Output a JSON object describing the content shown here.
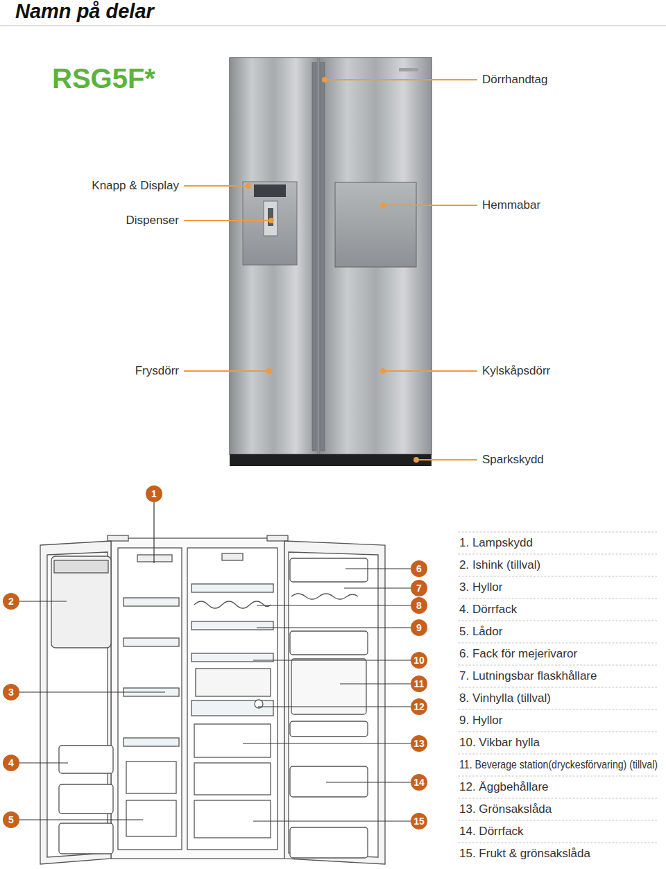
{
  "diagram": {
    "title": "Namn på delar",
    "nodes": [
      {
        "text": [
          "1"
        ]
      },
      {
        "text": [
          "2"
        ]
      },
      {
        "text": [
          "3"
        ]
      },
      {
        "text": [
          "4"
        ]
      },
      {
        "text": [
          "5"
        ]
      },
      {
        "text": [
          "6"
        ]
      },
      {
        "text": [
          "7"
        ]
      },
      {
        "text": [
          "8"
        ]
      },
      {
        "text": [
          "9"
        ]
      },
      {
        "text": [
          "10"
        ]
      },
      {
        "text": [
          "11"
        ]
      },
      {
        "text": [
          "12"
        ]
      },
      {
        "text": [
          "13"
        ]
      },
      {
        "text": [
          "14"
        ]
      },
      {
        "text": [
          "15"
        ]
      }
    ],
    "labels": [
      "RSG5F*",
      "Dörrhandtag",
      "Knapp & Display",
      "Hemmabar",
      "Dispenser",
      "Frysdörr",
      "Kylskåpsdörr",
      "Sparkskydd",
      "1. Lampskydd",
      "2. Ishink (tillval)",
      "3. Hyllor",
      "4. Dörrfack",
      "5. Lådor",
      "6. Fack för mejerivaror",
      "7. Lutningsbar flaskhållare",
      "8. Vinhylla (tillval)",
      "9. Hyllor",
      "10. Vikbar hylla",
      "11. Beverage station(dryckesförvaring) (tillval)",
      "12. Äggbehållare",
      "13. Grönsakslåda",
      "14. Dörrfack",
      "15. Frukt & grönsakslåda"
    ]
  }
}
